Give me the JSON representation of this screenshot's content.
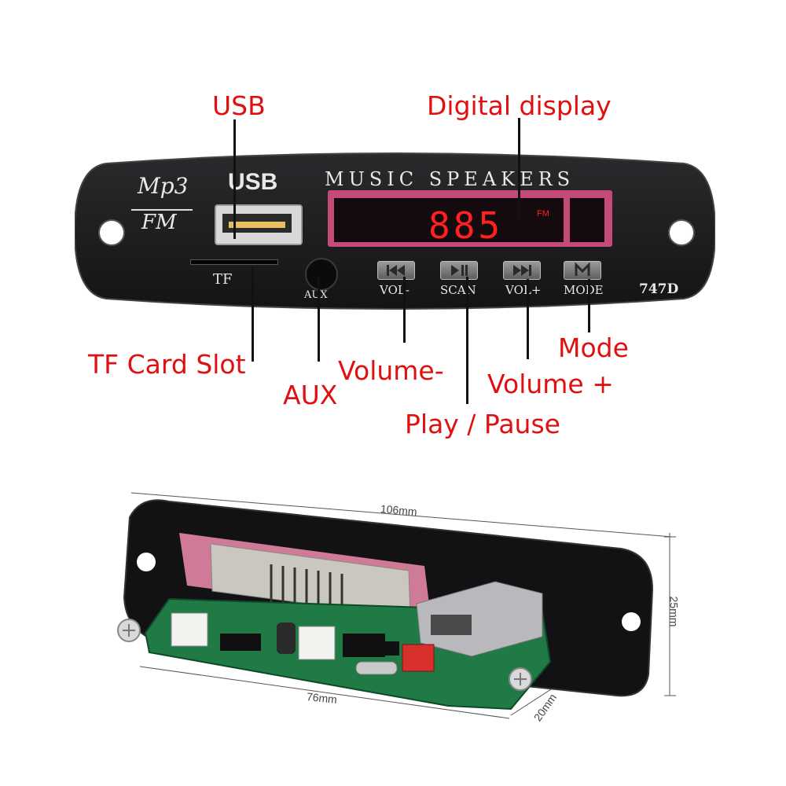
{
  "panel": {
    "logo_top": "Mp3",
    "logo_bottom": "FM",
    "usb_label": "USB",
    "title": "MUSIC SPEAKERS",
    "display_digits": "885",
    "display_fm": "FM",
    "tf_label": "TF",
    "aux_label": "AUX",
    "model": "747D",
    "buttons": [
      {
        "label": "VOL-",
        "icon": "previous-icon"
      },
      {
        "label": "SCAN",
        "icon": "play-pause-icon"
      },
      {
        "label": "VOL+",
        "icon": "next-icon"
      },
      {
        "label": "MODE",
        "icon": "mode-icon"
      }
    ]
  },
  "callouts": {
    "usb": "USB",
    "digital_display": "Digital display",
    "tf_card_slot": "TF Card Slot",
    "aux": "AUX",
    "volume_minus": "Volume-",
    "play_pause": "Play / Pause",
    "volume_plus": "Volume +",
    "mode": "Mode"
  },
  "dimensions": {
    "length": "106mm",
    "board_length": "76mm",
    "height": "25mm",
    "depth": "20mm"
  },
  "colors": {
    "callout": "#e01010",
    "panel": "#1c1c1e",
    "display_digits": "#ff2020",
    "display_frame": "#d04a7a",
    "pcb": "#1f7a45"
  }
}
